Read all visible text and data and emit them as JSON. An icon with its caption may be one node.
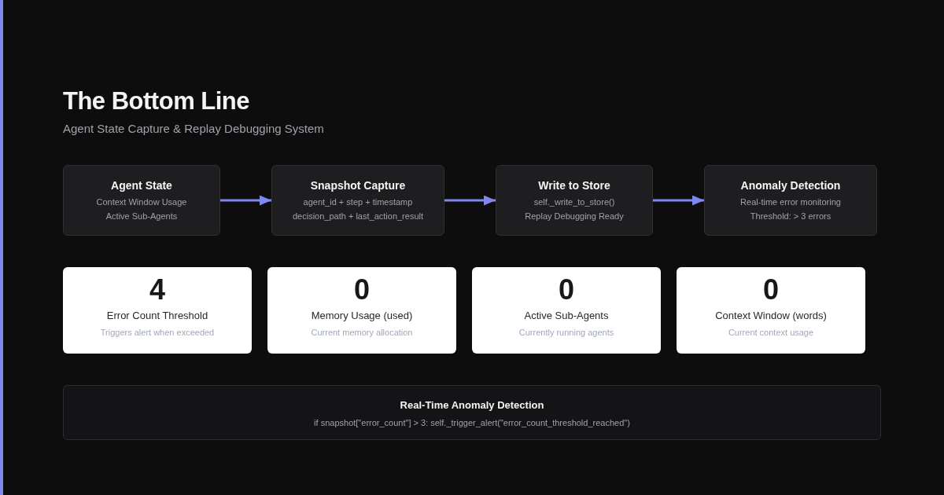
{
  "diagram": {
    "title": "The Bottom Line",
    "nodes": [
      {
        "text": [
          "Agent State",
          "Context Window Usage",
          "Active Sub-Agents"
        ]
      },
      {
        "text": [
          "Snapshot Capture",
          "agent_id + step + timestamp",
          "decision_path + last_action_result"
        ]
      },
      {
        "text": [
          "Write to Store",
          "self._write_to_store()",
          "Replay Debugging Ready"
        ]
      },
      {
        "text": [
          "Anomaly Detection",
          "Real-time error monitoring",
          "Threshold: > 3 errors"
        ]
      },
      {
        "text": [
          "4",
          "Error Count Threshold",
          "Triggers alert when exceeded"
        ]
      },
      {
        "text": [
          "0",
          "Memory Usage (used)",
          "Current memory allocation"
        ]
      },
      {
        "text": [
          "0",
          "Active Sub-Agents",
          "Currently running agents"
        ]
      },
      {
        "text": [
          "0",
          "Context Window (words)",
          "Current context usage"
        ]
      },
      {
        "text": [
          "Real-Time Anomaly Detection",
          "if snapshot[\"error_count\"] > 3: self._trigger_alert(\"error_count_threshold_reached\")"
        ]
      }
    ],
    "edges": [
      {
        "from": 0,
        "to": 1,
        "arrow": "to"
      },
      {
        "from": 1,
        "to": 2,
        "arrow": "to"
      },
      {
        "from": 2,
        "to": 3,
        "arrow": "to"
      }
    ],
    "labels": [
      "Agent State Capture & Replay Debugging System"
    ]
  }
}
